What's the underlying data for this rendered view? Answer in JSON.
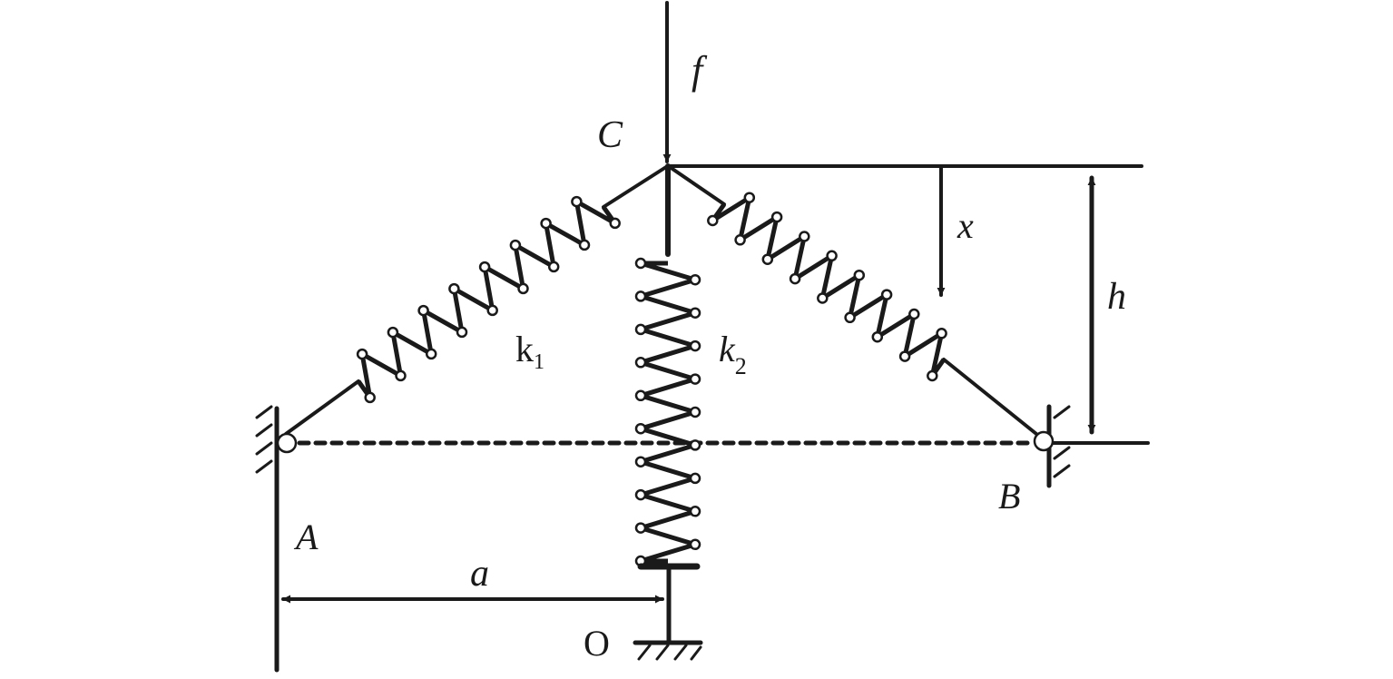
{
  "labels": {
    "force": "f",
    "node_c": "C",
    "spring_1_main": "k",
    "spring_1_sub": "1",
    "spring_2_main": "k",
    "spring_2_sub": "2",
    "displacement": "x",
    "height": "h",
    "node_a": "A",
    "node_b": "B",
    "distance": "a",
    "origin": "O"
  },
  "colors": {
    "ink": "#1a1a1a",
    "background": "#ffffff"
  }
}
